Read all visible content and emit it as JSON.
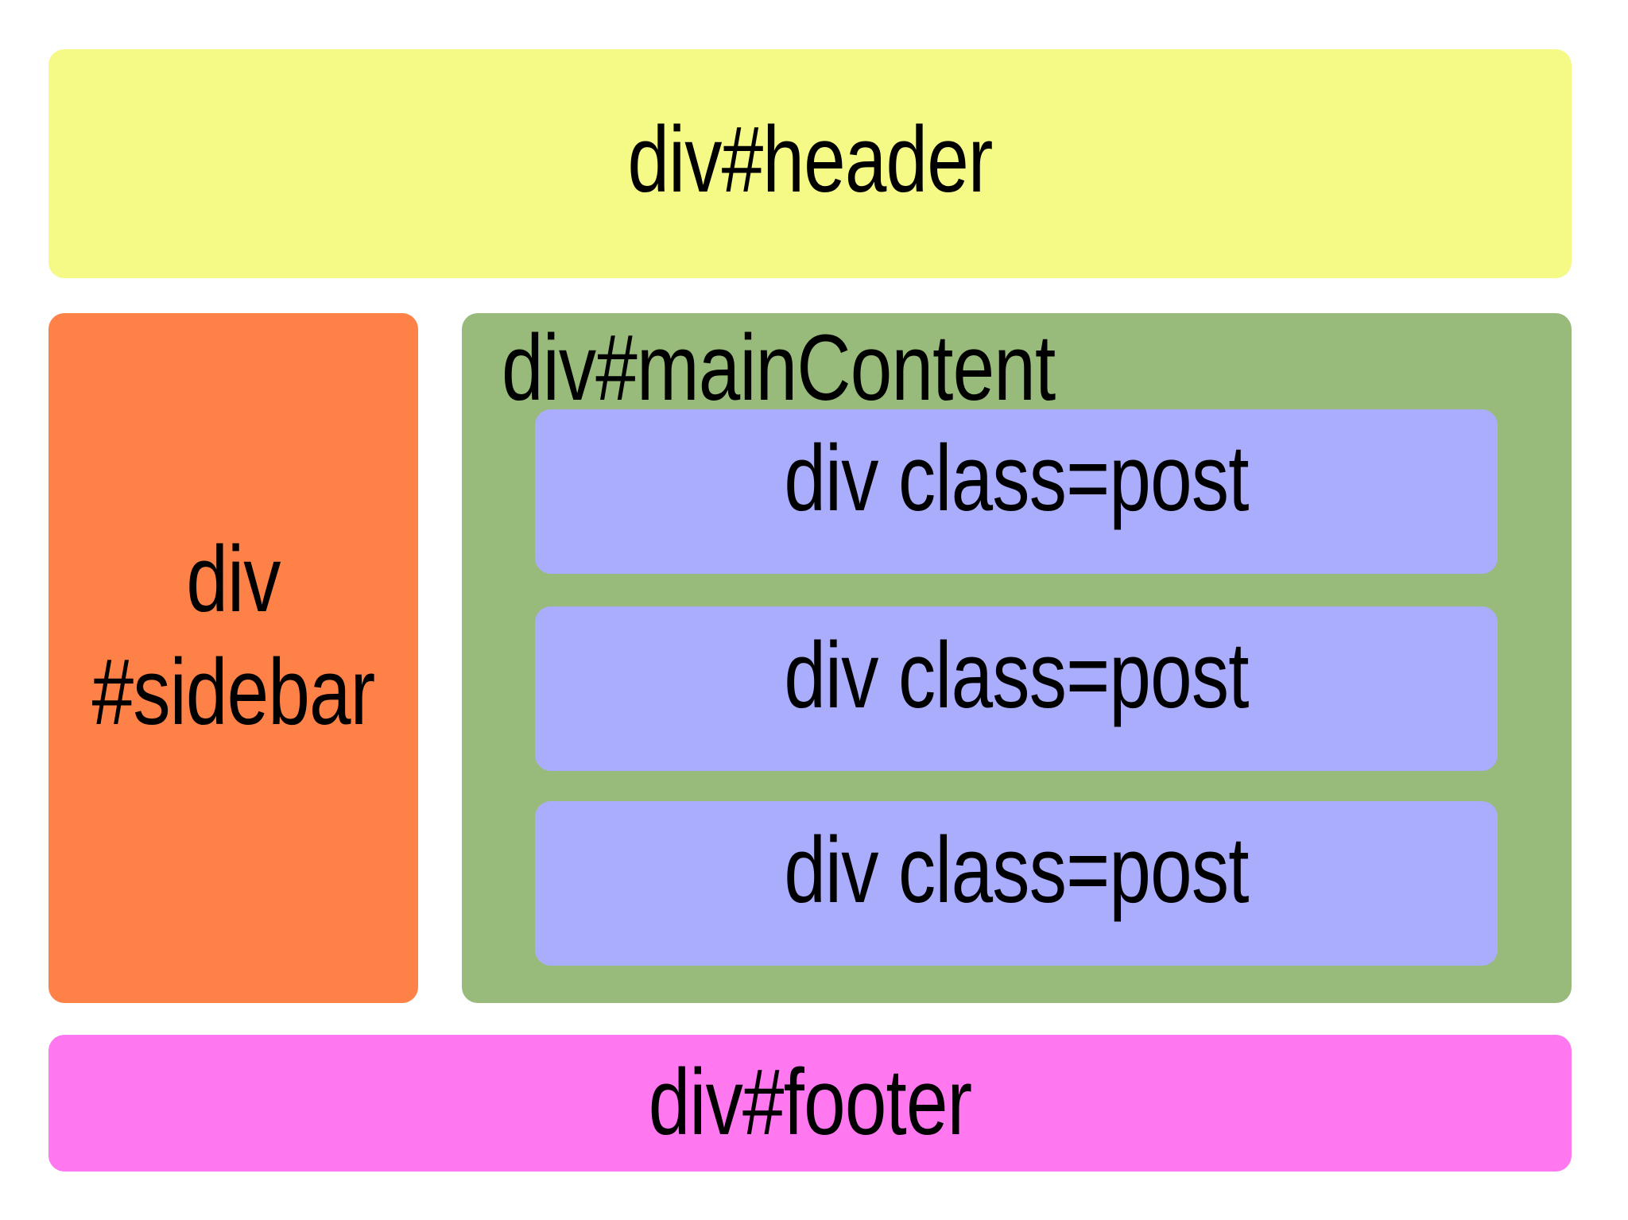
{
  "header": {
    "label": "div#header",
    "color": "#f5f985"
  },
  "sidebar": {
    "label_line1": "div",
    "label_line2": "#sidebar",
    "color": "#fe8148"
  },
  "main_content": {
    "label": "div#mainContent",
    "color": "#98bb7b",
    "posts": [
      {
        "label": "div class=post"
      },
      {
        "label": "div class=post"
      },
      {
        "label": "div class=post"
      }
    ],
    "post_color": "#aaadfc"
  },
  "footer": {
    "label": "div#footer",
    "color": "#ff78f0"
  }
}
